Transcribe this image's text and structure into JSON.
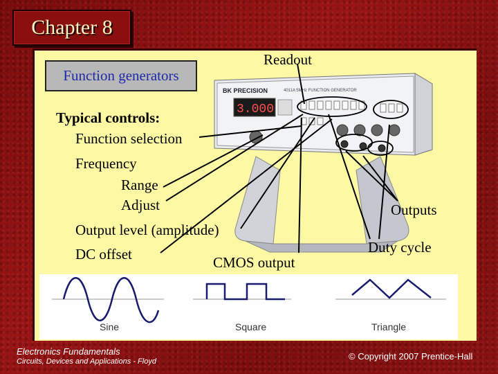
{
  "header": {
    "chapter_title": "Chapter 8"
  },
  "slide": {
    "section_box": "Function generators",
    "controls_heading": "Typical controls:",
    "controls": {
      "function_selection": "Function selection",
      "frequency": "Frequency",
      "range": "Range",
      "adjust": "Adjust",
      "output_level": "Output level (amplitude)",
      "dc_offset": "DC offset"
    },
    "callouts": {
      "readout": "Readout",
      "outputs": "Outputs",
      "duty_cycle": "Duty cycle",
      "cmos_output": "CMOS output"
    },
    "device_brand": "BK PRECISION",
    "device_readout_value": "3.000"
  },
  "waveforms": [
    {
      "label": "Sine",
      "icon": "sine-wave-icon"
    },
    {
      "label": "Square",
      "icon": "square-wave-icon"
    },
    {
      "label": "Triangle",
      "icon": "triangle-wave-icon"
    }
  ],
  "footer": {
    "book_title": "Electronics Fundamentals",
    "book_subtitle": "Circuits, Devices and Applications - Floyd",
    "copyright": "© Copyright 2007 Prentice-Hall"
  },
  "colors": {
    "background": "#8a1010",
    "panel": "#fcf8a4",
    "chapter_text": "#f7f3c0",
    "section_text": "#1e2aa8",
    "waveform_line": "#1a1a6e"
  }
}
